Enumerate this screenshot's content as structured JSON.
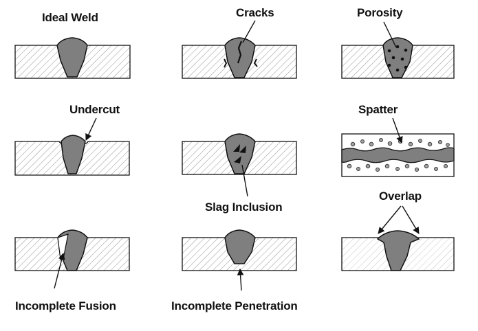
{
  "colors": {
    "weld_fill": "#7f7f7f",
    "outline": "#111111",
    "hatch": "#9a9a9a",
    "spatter_dot": "#a0a0a0"
  },
  "labels": {
    "ideal_weld": "Ideal Weld",
    "cracks": "Cracks",
    "porosity": "Porosity",
    "undercut": "Undercut",
    "spatter": "Spatter",
    "slag_inclusion": "Slag Inclusion",
    "overlap": "Overlap",
    "incomplete_fusion": "Incomplete Fusion",
    "incomplete_penetration": "Incomplete Penetration"
  }
}
